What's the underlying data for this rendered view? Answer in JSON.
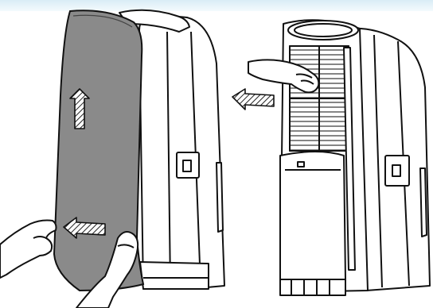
{
  "figure": {
    "panels": [
      {
        "step": "remove-front-panel",
        "arrows": [
          "lift-up",
          "pull-toward"
        ]
      },
      {
        "step": "remove-filter",
        "arrows": [
          "pull-out"
        ]
      }
    ],
    "colors": {
      "line": "#111111",
      "panel_fill": "#8a8a8a",
      "sky_band": "#d9ecf6",
      "background": "#ffffff"
    },
    "icons": [
      "arrow-up-icon",
      "arrow-left-icon",
      "hand-icon"
    ]
  }
}
